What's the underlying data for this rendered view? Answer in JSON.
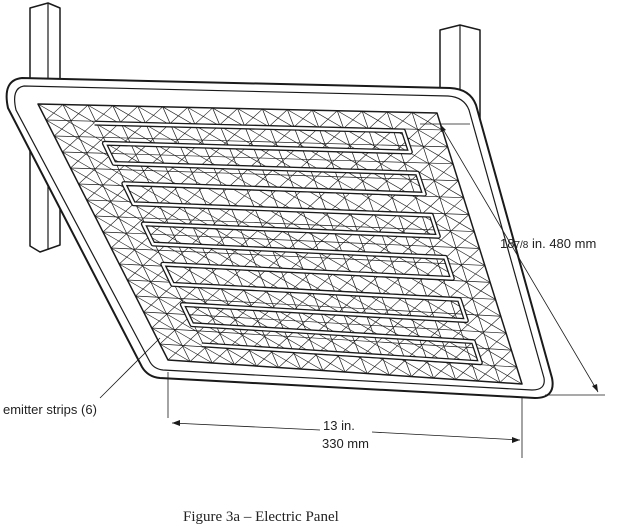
{
  "labels": {
    "height_dim_whole": "18",
    "height_dim_fraction": "7/8",
    "height_dim_rest": " in. 480 mm",
    "width_dim_in": "13 in.",
    "width_dim_mm": "330 mm",
    "emitter_strips": "emitter strips (6)"
  },
  "caption": "Figure 3a – Electric Panel",
  "colors": {
    "line": "#1a1a1a",
    "background": "#ffffff"
  }
}
